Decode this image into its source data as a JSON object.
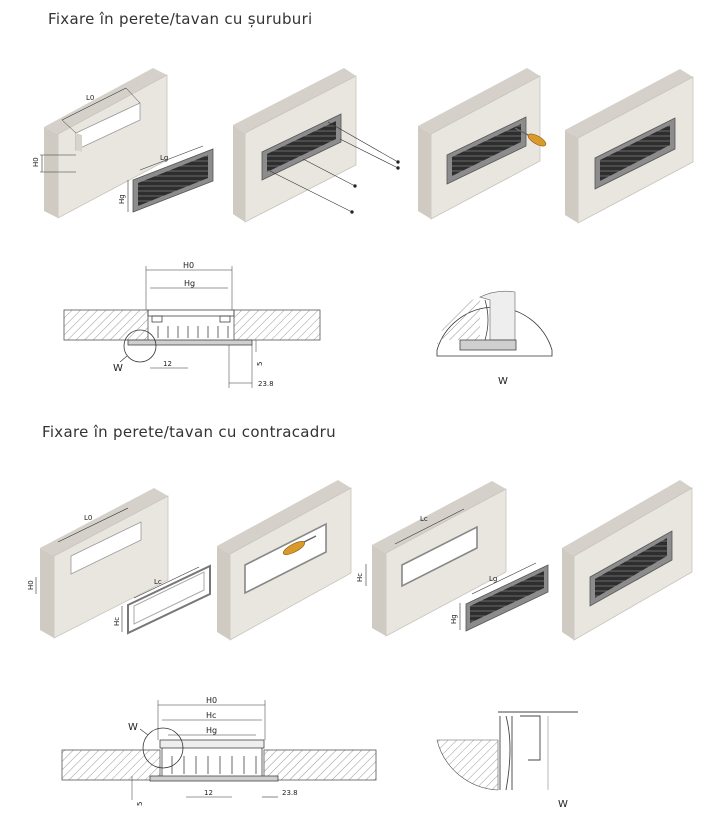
{
  "sections": [
    {
      "title": "Fixare în perete/tavan cu șuruburi",
      "labels": {
        "l0": "L0",
        "h0": "H0",
        "lg": "Lg",
        "hg": "Hg"
      },
      "section_drawing": {
        "h0": "H0",
        "hg": "Hg",
        "dim_12": "12",
        "dim_5": "5",
        "dim_238": "23.8",
        "detail": "W",
        "detail_view_label": "W"
      }
    },
    {
      "title": "Fixare în perete/tavan cu contracadru",
      "labels": {
        "l0": "L0",
        "h0": "H0",
        "lc": "Lc",
        "hc": "Hc",
        "lc2": "Lc",
        "hc2": "Hc",
        "lg": "Lg",
        "hg": "Hg"
      },
      "section_drawing": {
        "h0": "H0",
        "hc": "Hc",
        "hg": "Hg",
        "dim_12": "12",
        "dim_5": "5",
        "dim_238": "23.8",
        "detail": "W",
        "detail_view_label": "W"
      }
    }
  ],
  "colors": {
    "wall": "#e9e6e0",
    "wall_side": "#d5d1ca",
    "grille": "#3a3a3a",
    "frame": "#9a9a9a",
    "screwdriver": "#d99a2b"
  }
}
